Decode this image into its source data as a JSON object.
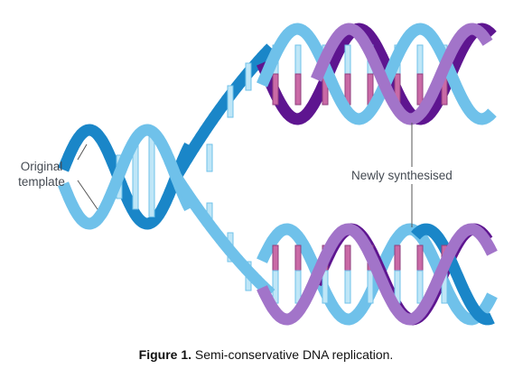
{
  "labels": {
    "original_line1": "Original",
    "original_line2": "template",
    "newly_synthesised": "Newly synthesised"
  },
  "caption": {
    "prefix": "Figure 1.",
    "text": "Semi-conservative DNA replication."
  },
  "colors": {
    "template_dark": "#1a86c8",
    "template_light": "#6fc1ea",
    "new_dark": "#5e1590",
    "new_light": "#a274c9",
    "rung_template": "#bfe6f7",
    "rung_template_edge": "#6fc1ea",
    "rung_new": "#c96aa6",
    "rung_new_edge": "#8e3e7c",
    "label_line": "#555555"
  }
}
